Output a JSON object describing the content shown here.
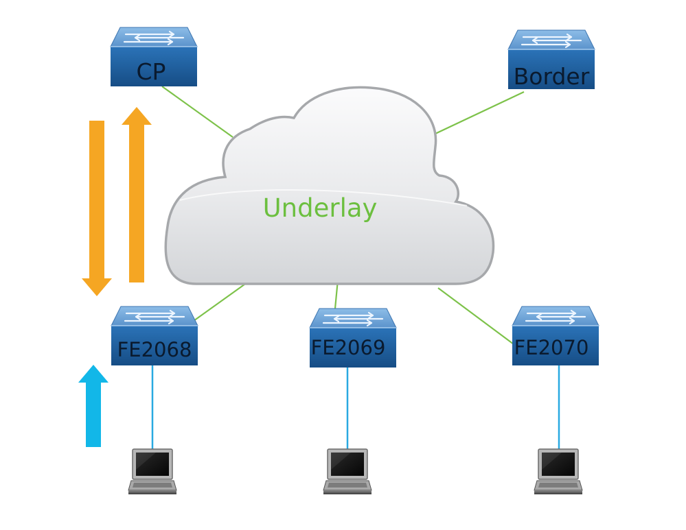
{
  "cloud": {
    "label": "Underlay"
  },
  "devices": {
    "cp": {
      "label": "CP"
    },
    "border": {
      "label": "Border"
    },
    "fe1": {
      "label": "FE2068"
    },
    "fe2": {
      "label": "FE2069"
    },
    "fe3": {
      "label": "FE2070"
    }
  },
  "colors": {
    "switch_top": "#6fa4d8",
    "switch_front": "#1f5f9e",
    "link_green": "#7dc24a",
    "access_link": "#29a9e1",
    "arrow_orange": "#f5a623",
    "arrow_blue": "#12b7e8",
    "label_green": "#6cbf3f"
  },
  "icons": {
    "switch": "switch-icon",
    "laptop": "laptop-icon",
    "cloud": "cloud-icon"
  }
}
